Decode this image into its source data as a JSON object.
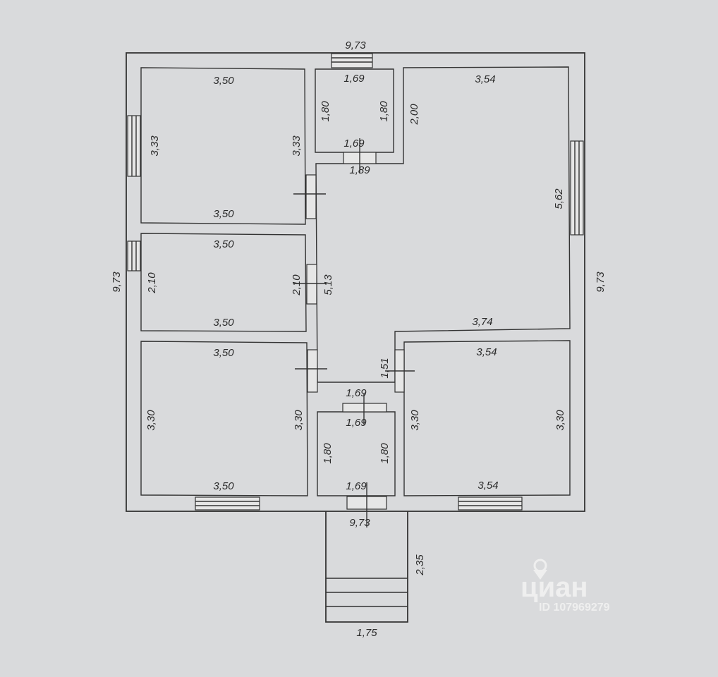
{
  "dimensions": {
    "outer_top": "9,73",
    "outer_left": "9,73",
    "outer_right": "9,73",
    "outer_bottom": "9,73",
    "room1_top": "3,50",
    "room1_left": "3,33",
    "room1_right": "3,33",
    "room1_bottom": "3,50",
    "bath_top_top": "1,69",
    "bath_top_left": "1,80",
    "bath_top_right": "1,80",
    "bath_top_bottom": "1,69",
    "corridor_top": "1,89",
    "corridor_left": "5,13",
    "room2_top": "3,50",
    "room2_left": "2,10",
    "room2_right": "2,10",
    "room2_bottom": "3,50",
    "big_room_top": "3,54",
    "big_room_right": "5,62",
    "big_room_left": "2,00",
    "big_room_bottom": "3,74",
    "room3_top": "3,50",
    "room3_left": "3,30",
    "room3_right": "3,30",
    "room3_bottom": "3,50",
    "room4_top": "3,54",
    "room4_left": "3,30",
    "room4_right": "3,30",
    "room4_bottom": "3,54",
    "corridor_step": "1,51",
    "corridor_bottom": "1,69",
    "bath_bottom_top": "1,69",
    "bath_bottom_left": "1,80",
    "bath_bottom_right": "1,80",
    "bath_bottom_bottom": "1,69",
    "porch_depth": "2,35",
    "porch_width": "1,75"
  },
  "watermark": {
    "brand": "циан",
    "id": "ID 107969279"
  }
}
